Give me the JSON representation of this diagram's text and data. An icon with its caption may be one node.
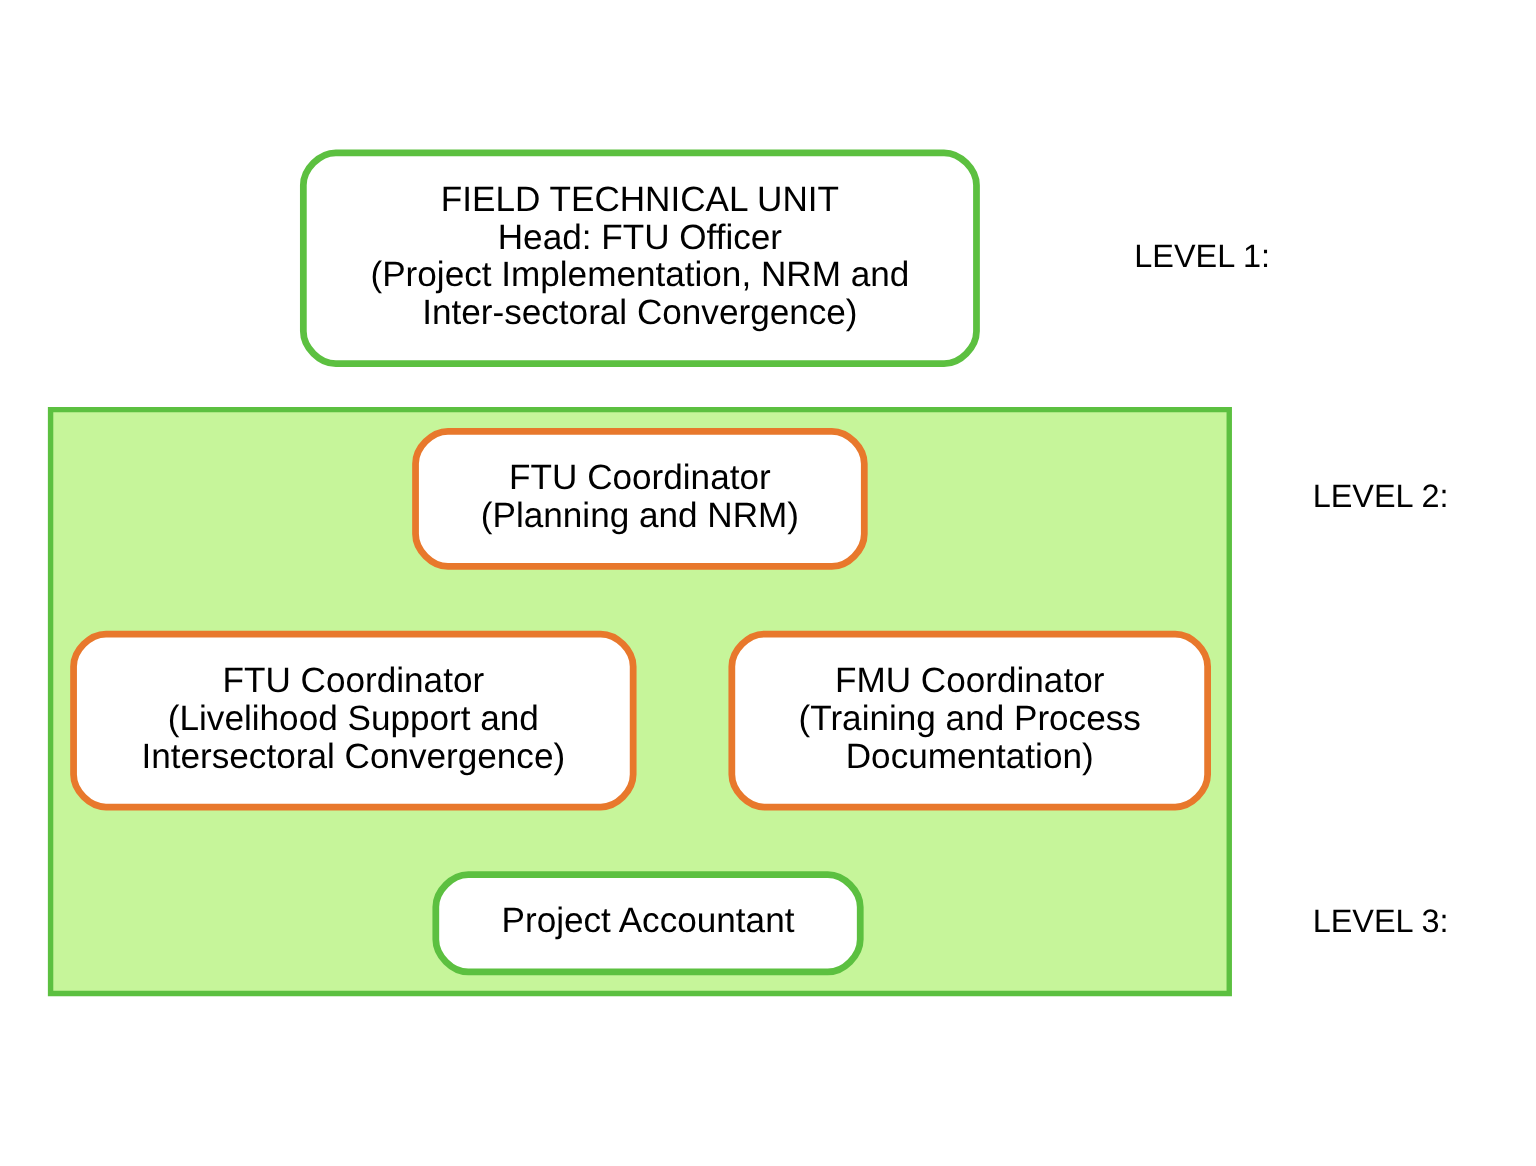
{
  "diagram": {
    "nodes": [
      {
        "text": [
          "FIELD TECHNICAL UNIT",
          "Head: FTU Officer",
          "(Project Implementation, NRM and Inter-sectoral Convergence)"
        ]
      },
      {
        "text": [],
        "shape": "box"
      },
      {
        "text": [
          "FTU Coordinator",
          "(Planning and NRM)"
        ],
        "in": 1
      },
      {
        "text": [
          "FTU Coordinator",
          "(Livelihood Support and Intersectoral Convergence)"
        ],
        "in": 1
      },
      {
        "text": [
          "FMU Coordinator",
          "(Training and Process Documentation)"
        ],
        "in": 1
      },
      {
        "text": [
          "Project Accountant"
        ],
        "in": 1
      }
    ],
    "edges": [],
    "labels": [
      "LEVEL 1:",
      "LEVEL 2:",
      "LEVEL 3:"
    ]
  }
}
